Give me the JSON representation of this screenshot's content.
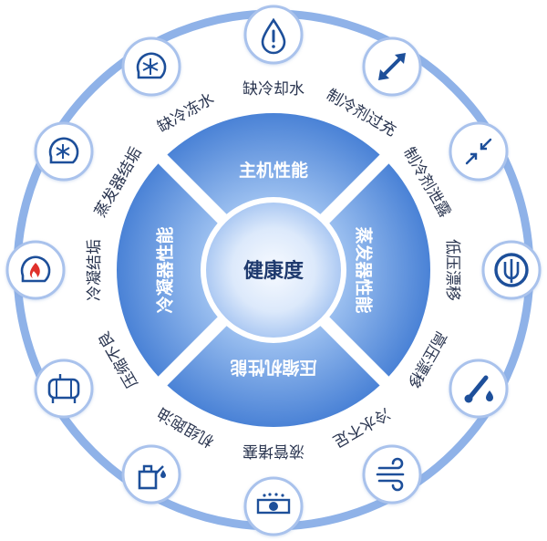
{
  "center": {
    "label": "健康度"
  },
  "quadrants": [
    {
      "id": "host",
      "label": "主机性能"
    },
    {
      "id": "evaporator",
      "label": "蒸发器性能"
    },
    {
      "id": "compressor",
      "label": "压缩机性能"
    },
    {
      "id": "condenser",
      "label": "冷凝器性能"
    }
  ],
  "faults": [
    {
      "label": "缺冷却水",
      "icon": "droplet-alert-icon"
    },
    {
      "label": "制冷剂过充",
      "icon": "diagonal-arrows-icon"
    },
    {
      "label": "制冷剂泄露",
      "icon": "inward-arrows-icon"
    },
    {
      "label": "低压漂移",
      "icon": "gauge-low-icon"
    },
    {
      "label": "高压漂移",
      "icon": "thermometer-drop-icon"
    },
    {
      "label": "冷水不足",
      "icon": "airflow-icon"
    },
    {
      "label": "液管堵塞",
      "icon": "pipe-blockage-icon"
    },
    {
      "label": "机组跑油",
      "icon": "oil-can-icon"
    },
    {
      "label": "压缩不良",
      "icon": "compressor-icon"
    },
    {
      "label": "冷凝结垢",
      "icon": "flame-pump-icon"
    },
    {
      "label": "蒸发器结垢",
      "icon": "snow-pump-icon"
    },
    {
      "label": "缺冷冻水",
      "icon": "snowflake-fan-icon"
    }
  ],
  "colors": {
    "ring": "#8fb2e8",
    "icon_border": "#a9c2ec",
    "icon_stroke": "#1d4f9a",
    "quadrant_outer": "#4f86d8",
    "quadrant_inner": "#8db3ec",
    "hub_edge": "#a7c5f2",
    "hub_center": "#f4f8ff"
  }
}
